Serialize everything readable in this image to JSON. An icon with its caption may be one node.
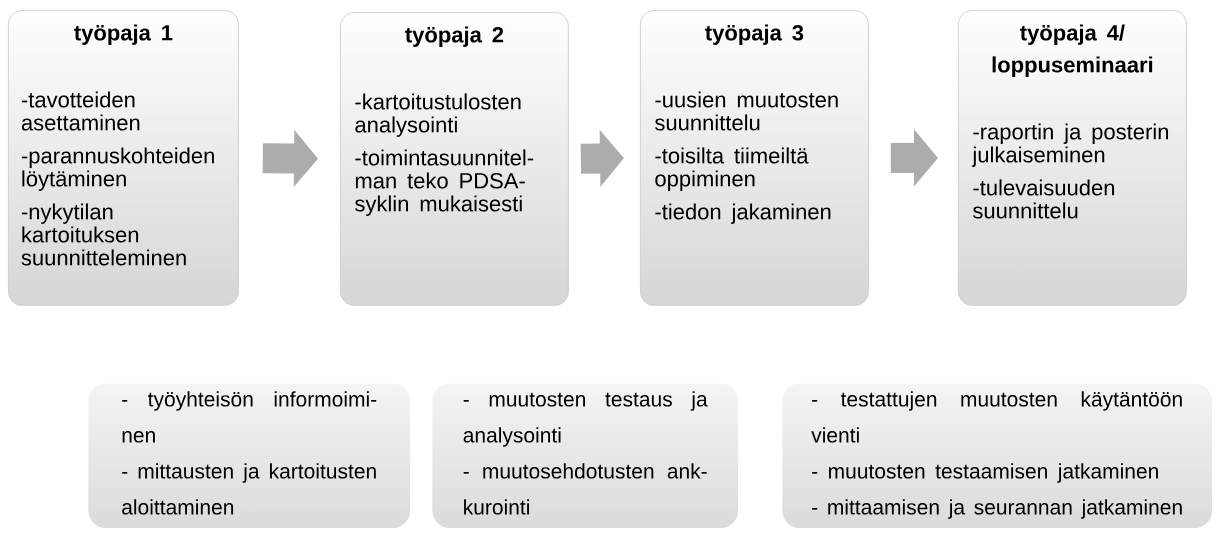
{
  "diagram": {
    "nodes": [
      {
        "text": [
          "työpaja 1",
          "-tavotteiden asettaminen",
          "-parannuskohteiden löytäminen",
          "-nykytilan kartoituksen suunnitteleminen"
        ]
      },
      {
        "text": [
          "työpaja 2",
          "-kartoitustulosten analysointi",
          "-toimintasuunnitel- man teko PDSA- syklin mukaisesti"
        ]
      },
      {
        "text": [
          "työpaja 3",
          "-uusien muutosten suunnittelu",
          "-toisilta tiimeiltä oppiminen",
          "-tiedon jakaminen"
        ]
      },
      {
        "text": [
          "työpaja 4/ loppuseminaari",
          "-raportin ja posterin julkaiseminen",
          "-tulevaisuuden suunnittelu"
        ]
      },
      {
        "text": [
          "- työyhteisön informoimi- nen",
          "- mittausten ja kartoitusten aloittaminen"
        ]
      },
      {
        "text": [
          "- muutosten testaus ja analysointi",
          "- muutosehdotusten ank- kurointi"
        ]
      },
      {
        "text": [
          "- testattujen muutosten käytäntöön vienti",
          "- muutosten testaamisen jatkaminen",
          "- mittaamisen ja seurannan jatkaminen"
        ]
      }
    ],
    "edges": [
      {
        "from": 0,
        "to": 1,
        "arrow": "to"
      },
      {
        "from": 1,
        "to": 2,
        "arrow": "to"
      },
      {
        "from": 2,
        "to": 3,
        "arrow": "to"
      }
    ]
  }
}
